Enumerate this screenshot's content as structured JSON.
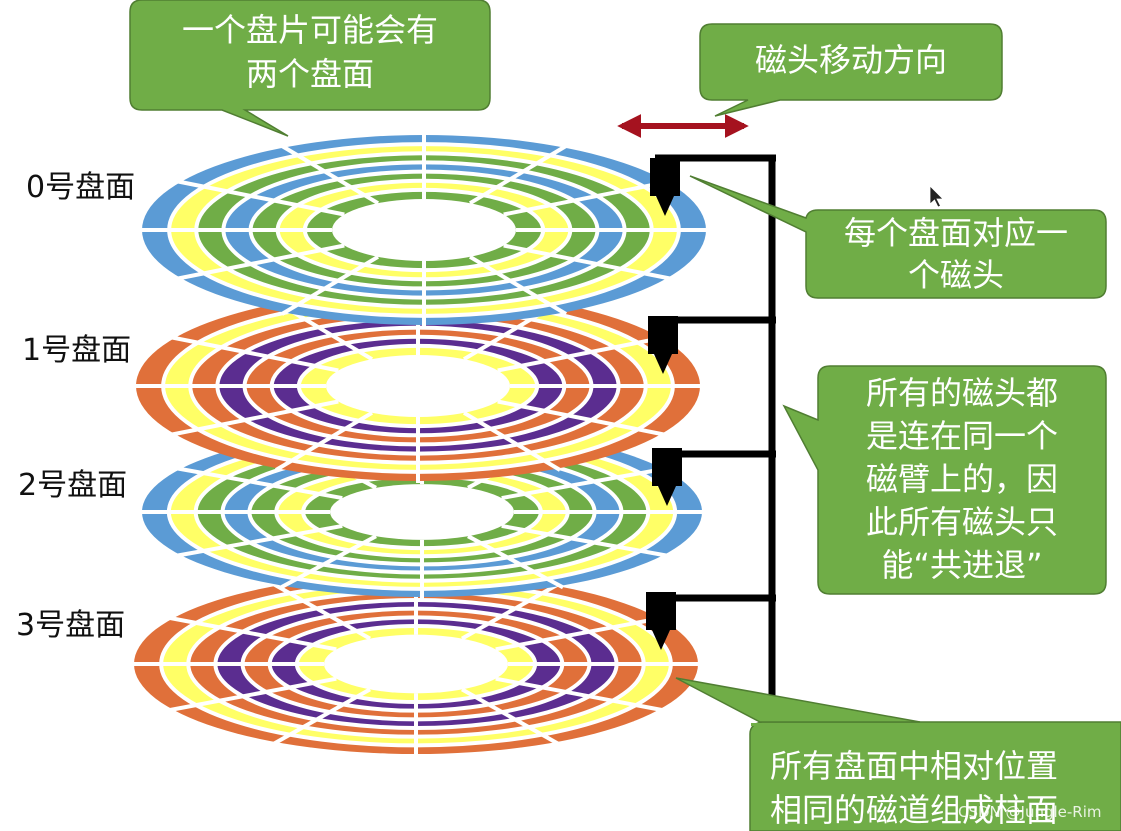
{
  "colors": {
    "callout_fill": "#70AD47",
    "callout_stroke": "#507E32",
    "arrow": "#A5121F",
    "arm": "#000000",
    "platter_a_outer": "#5B9BD5",
    "platter_a_mid": "#FFFF66",
    "platter_a_inner": "#70AD47",
    "platter_b_outer": "#E0703A",
    "platter_b_mid": "#FFFF66",
    "platter_b_inner": "#5B2D90",
    "separator": "#ffffff"
  },
  "surfaces": [
    {
      "label": "0号盘面",
      "scheme": "a"
    },
    {
      "label": "1号盘面",
      "scheme": "b"
    },
    {
      "label": "2号盘面",
      "scheme": "a"
    },
    {
      "label": "3号盘面",
      "scheme": "b"
    }
  ],
  "callouts": {
    "platter_sides": "一个盘片可能会有\n两个盘面",
    "head_direction": "磁头移动方向",
    "head_per_surface": "每个盘面对应一\n个磁头",
    "shared_arm": "所有的磁头都\n是连在同一个\n磁臂上的，因\n此所有磁头只\n能“共进退”",
    "cylinder": "所有盘面中相对位置\n相同的磁道组成柱面"
  },
  "watermark": "CSDN @Jungle-Rim",
  "icons": {
    "direction_arrow": "double-headed-arrow-icon",
    "head": "read-write-head-icon",
    "cursor": "mouse-pointer-icon"
  }
}
